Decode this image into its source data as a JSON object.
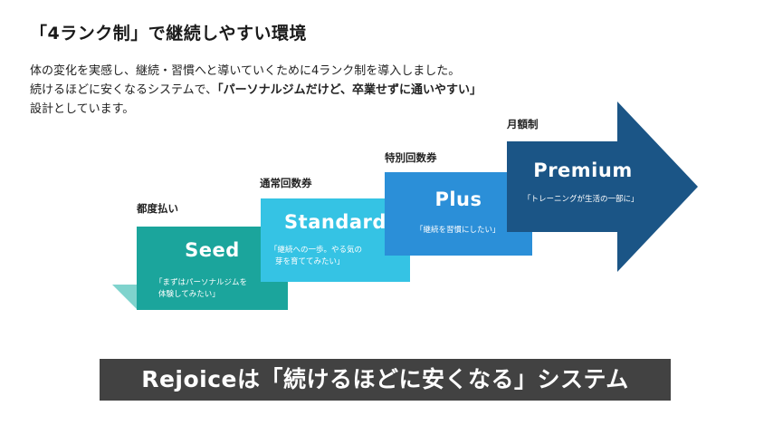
{
  "title": "「4ランク制」で継続しやすい環境",
  "intro": {
    "line1": "体の変化を実感し、継続・習慣へと導いていくために4ランク制を導入しました。",
    "line2_prefix": "続けるほどに安くなるシステムで、",
    "line2_bold": "「パーソナルジムだけど、卒業せずに通いやすい」",
    "line3": "設計としています。"
  },
  "tiers": [
    {
      "label": "都度払い",
      "name": "Seed",
      "desc1": "「まずはパーソナルジムを",
      "desc2": "体験してみたい」",
      "color": "#1ba59c"
    },
    {
      "label": "通常回数券",
      "name": "Standard",
      "desc1": "「継続への一歩。やる気の",
      "desc2": "芽を育ててみたい」",
      "color": "#35c3e4"
    },
    {
      "label": "特別回数券",
      "name": "Plus",
      "desc1": "「継続を習慣にしたい」",
      "desc2": "",
      "color": "#2b8fd8"
    },
    {
      "label": "月額制",
      "name": "Premium",
      "desc1": "「トレーニングが生活の一部に」",
      "desc2": "",
      "color": "#1b5586"
    }
  ],
  "banner": "Rejoiceは「続けるほどに安くなる」システム"
}
